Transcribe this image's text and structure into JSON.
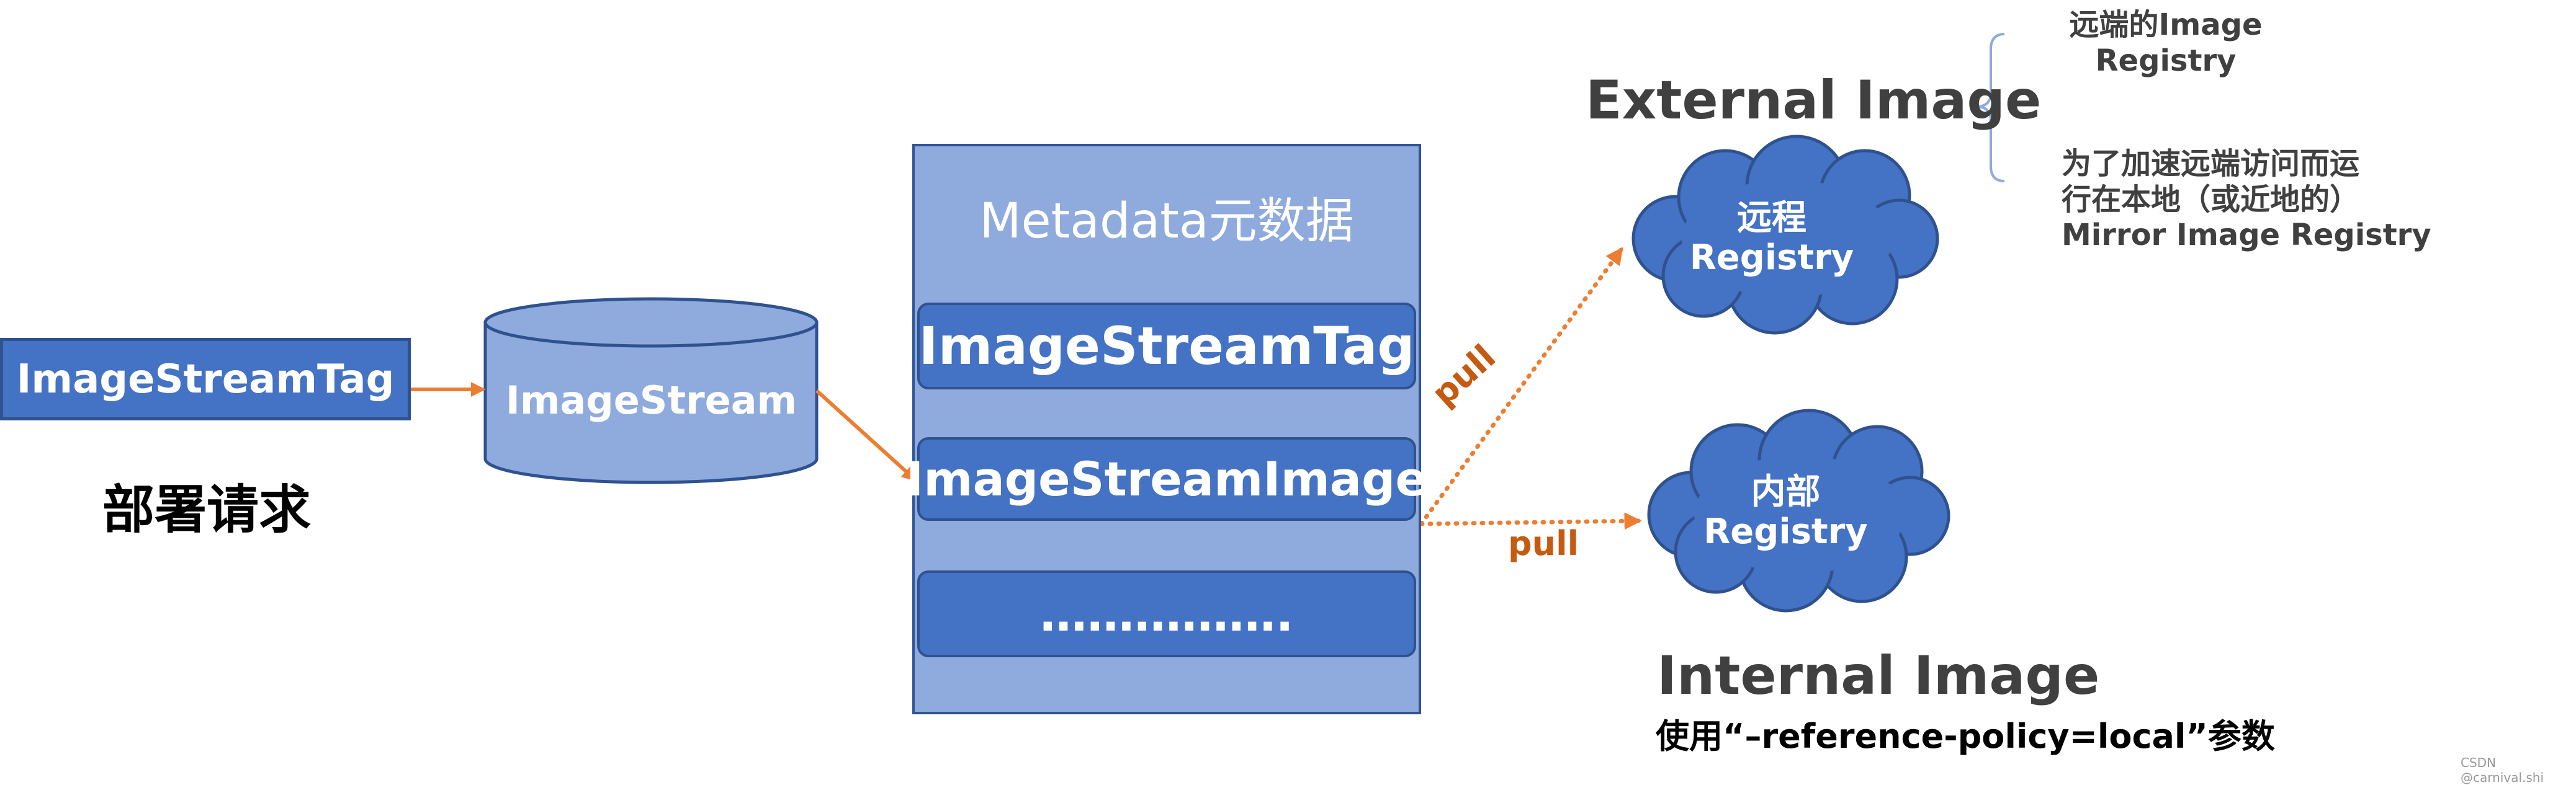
{
  "left": {
    "tag_label": "ImageStreamTag",
    "imagestream_label": "ImageStream",
    "deploy_request": "部署请求"
  },
  "metadata": {
    "title": "Metadata元数据",
    "rows": [
      "ImageStreamTag",
      "ImageStreamImage",
      "……………."
    ]
  },
  "arrows": {
    "upper_label": "pull",
    "lower_label": "pull"
  },
  "external": {
    "title": "External Image",
    "note_remote": [
      "远端的Image",
      "Registry"
    ],
    "note_mirror": [
      "为了加速远端访问而运",
      "行在本地（或近地的）",
      "Mirror Image Registry"
    ],
    "cloud_label": [
      "远程",
      "Registry"
    ]
  },
  "internal": {
    "cloud_label": [
      "内部",
      "Registry"
    ],
    "title": "Internal Image",
    "subtitle": "使用“–reference-policy=local”参数"
  },
  "watermark": "CSDN @carnival.shi",
  "colors": {
    "box_fill": "#4472c4",
    "box_border": "#2f528f",
    "panel_fill": "#8faadc",
    "cylinder_fill": "#8faadc",
    "arrow": "#ed7d31",
    "pull_text": "#c55a11",
    "heading_text": "#404040"
  }
}
